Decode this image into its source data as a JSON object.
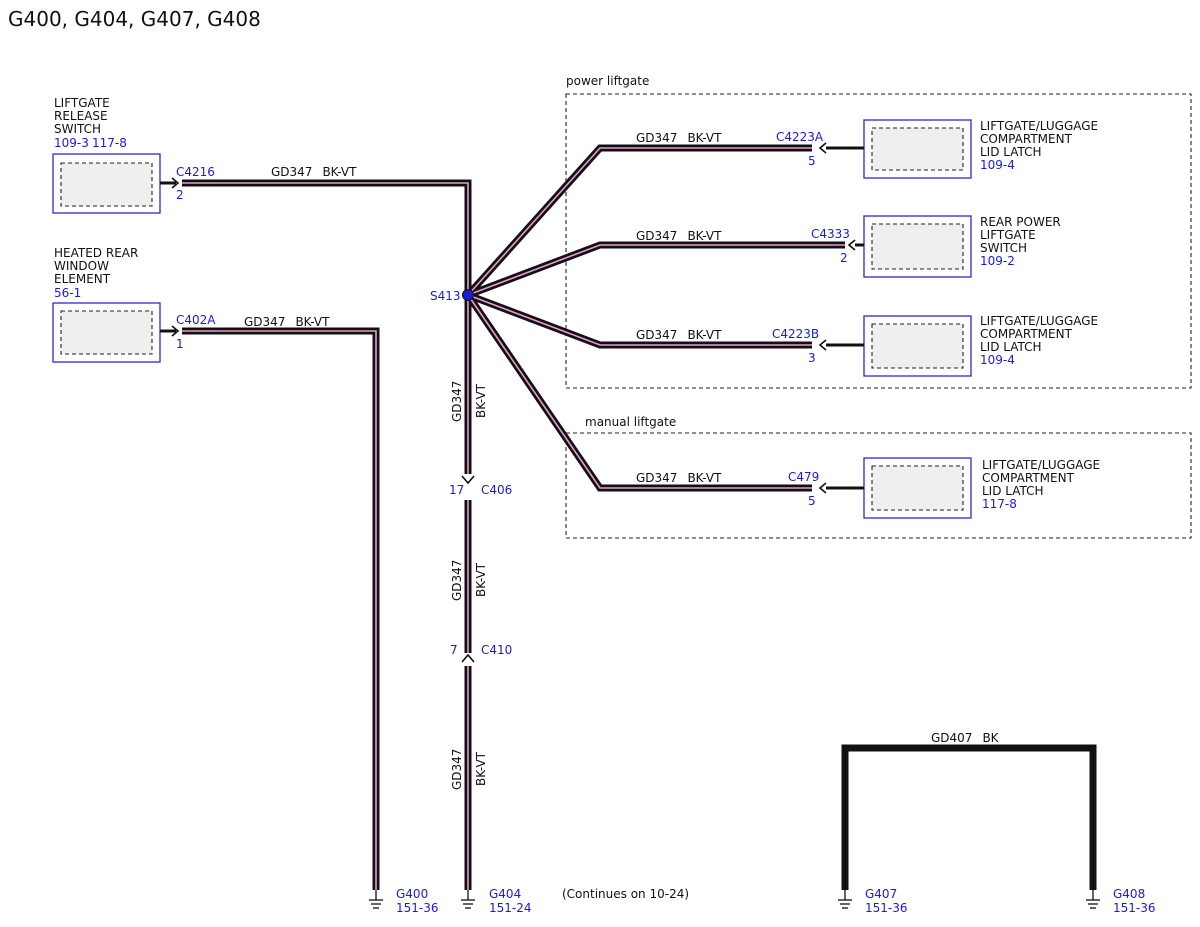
{
  "title": "G400, G404, G407, G408",
  "groups": {
    "power_liftgate": "power liftgate",
    "manual_liftgate": "manual liftgate"
  },
  "modules": {
    "liftgate_release_switch": {
      "line1": "LIFTGATE",
      "line2": "RELEASE",
      "line3": "SWITCH",
      "ref1": "109-3",
      "ref2": "117-8"
    },
    "heated_rear_window": {
      "line1": "HEATED REAR",
      "line2": "WINDOW",
      "line3": "ELEMENT",
      "ref": "56-1"
    },
    "latch_power_1": {
      "line1": "LIFTGATE/LUGGAGE",
      "line2": "COMPARTMENT",
      "line3": "LID LATCH",
      "ref": "109-4"
    },
    "rear_power_switch": {
      "line1": "REAR POWER",
      "line2": "LIFTGATE",
      "line3": "SWITCH",
      "ref": "109-2"
    },
    "latch_power_2": {
      "line1": "LIFTGATE/LUGGAGE",
      "line2": "COMPARTMENT",
      "line3": "LID LATCH",
      "ref": "109-4"
    },
    "latch_manual": {
      "line1": "LIFTGATE/LUGGAGE",
      "line2": "COMPARTMENT",
      "line3": "LID LATCH",
      "ref": "117-8"
    }
  },
  "connectors": {
    "c4216": {
      "name": "C4216",
      "pin": "2"
    },
    "c402a": {
      "name": "C402A",
      "pin": "1"
    },
    "c4223a": {
      "name": "C4223A",
      "pin": "5"
    },
    "c4333": {
      "name": "C4333",
      "pin": "2"
    },
    "c4223b": {
      "name": "C4223B",
      "pin": "3"
    },
    "c479": {
      "name": "C479",
      "pin": "5"
    },
    "c406": {
      "name": "C406",
      "pin": "17"
    },
    "c410": {
      "name": "C410",
      "pin": "7"
    }
  },
  "splice": "S413",
  "wire": {
    "circuit": "GD347",
    "color": "BK-VT"
  },
  "ground_wire": {
    "circuit": "GD407",
    "color": "BK"
  },
  "grounds": {
    "g400": {
      "name": "G400",
      "ref": "151-36"
    },
    "g404": {
      "name": "G404",
      "ref": "151-24"
    },
    "g407": {
      "name": "G407",
      "ref": "151-36"
    },
    "g408": {
      "name": "G408",
      "ref": "151-36"
    }
  },
  "continues": "(Continues on 10-24)",
  "colors": {
    "wire_stripe": "#e89ad0",
    "link_blue": "#1a1ae0",
    "module_border": "#2a2ad8",
    "wire_core": "#111111"
  }
}
